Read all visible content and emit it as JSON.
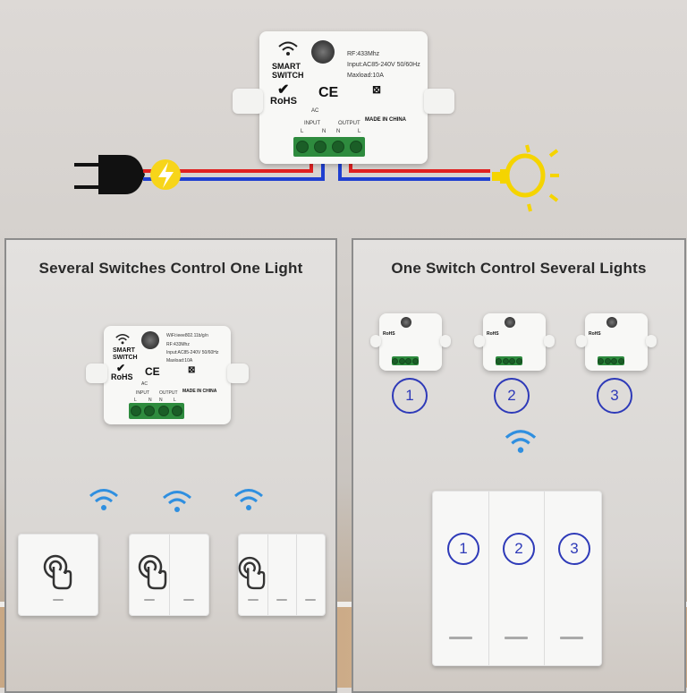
{
  "top_module": {
    "label_line1": "SMART",
    "label_line2": "SWITCH",
    "rohs": "RoHS",
    "ce": "CE",
    "rf": "RF:433Mhz",
    "input": "Input:AC85-240V 50/60Hz",
    "maxload": "Maxload:10A",
    "ac": "AC",
    "input_label": "INPUT",
    "output_label": "OUTPUT",
    "terminals": [
      "L",
      "N",
      "N",
      "L"
    ],
    "made_in": "MADE IN CHINA"
  },
  "left_panel": {
    "title": "Several Switches Control One Light",
    "module": {
      "label_line1": "SMART",
      "label_line2": "SWITCH",
      "rohs": "RoHS",
      "ce": "CE",
      "wifi": "WiFi:ieee802.11b/g/n",
      "rf": "RF:433Mhz",
      "input": "Input:AC85-240V 50/60Hz",
      "maxload": "Maxload:10A",
      "ac": "AC",
      "input_label": "INPUT",
      "output_label": "OUTPUT",
      "terminals": [
        "L",
        "N",
        "N",
        "L"
      ],
      "made_in": "MADE IN CHINA"
    }
  },
  "right_panel": {
    "title": "One Switch Control Several Lights",
    "modules": [
      "1",
      "2",
      "3"
    ],
    "buttons": [
      "1",
      "2",
      "3"
    ]
  },
  "colors": {
    "live_wire": "#e02020",
    "neutral_wire": "#1f3fd0",
    "terminal_green": "#2e8b3e",
    "number_blue": "#2e3ab8",
    "wifi_blue": "#2f8fe0",
    "bulb_yellow": "#f5d400"
  },
  "icons": [
    "plug-icon",
    "lightning-icon",
    "bulb-icon",
    "wifi-icon",
    "hand-touch-icon",
    "recycle-bin-icon"
  ]
}
